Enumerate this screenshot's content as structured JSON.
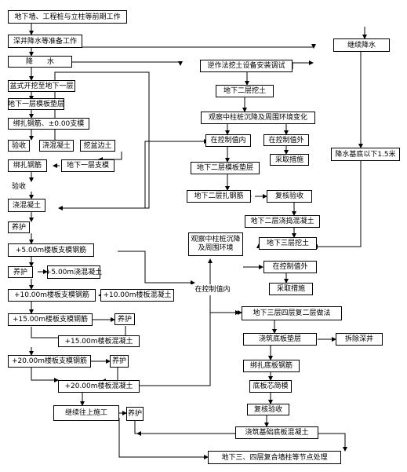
{
  "nodes": {
    "n01": "地下墙、工程桩与立柱等前期工作",
    "n02": "深井降水等准备工作",
    "n03": "降　　水",
    "n04": "盆式开挖至地下一层",
    "n05": "地下一层模板垫层",
    "n06": "绑扎钢筋、±0.00支模",
    "n07": "验收",
    "n08": "浇混凝土",
    "n09": "挖盆边土",
    "n10": "绑扎钢筋",
    "n11": "地下一层支模",
    "n12": "验收",
    "n13": "浇混凝土",
    "n14": "养护",
    "n15": "+5.00m楼板支模钢筋",
    "n16": "养护",
    "n17": "+5.00m浇混凝土",
    "n18": "+10.00m楼板支模钢筋",
    "n19": "+10.00m楼板混凝土",
    "n20": "+15.00m楼板支模钢筋",
    "n21": "养护",
    "n22": "+15.00m楼板混凝土",
    "n23": "+20.00m楼板支模钢筋",
    "n24": "养护",
    "n25": "+20.00m楼板混凝土",
    "n26": "继续往上施工",
    "n27": "养护",
    "n28": "逆作法挖土设备安装调试",
    "n29": "地下二层挖土",
    "n30": "观察中柱桩沉降及周围环境变化",
    "n31": "在控制值内",
    "n32": "在控制值外",
    "n33": "采取措施",
    "n34": "地下二层模板垫层",
    "n35": "地下二层扎钢筋",
    "n36": "复核验收",
    "n37": "地下二层浇捣混凝土",
    "n38": "观察中柱桩沉降及周围环境",
    "n39": "地下三层挖土",
    "n40": "在控制值外",
    "n41": "在控制值内",
    "n42": "采取措施",
    "n43": "地下三层四层复二层做法",
    "n44": "浇筑底板垫层",
    "n45": "拆除深井",
    "n46": "绑扎底板钢筋",
    "n47": "底板芯简模",
    "n48": "复核验收",
    "n49": "浇筑基础底板混凝土",
    "n50": "地下三、四层复合墙柱等节点处理",
    "n51": "继续降水",
    "n52": "降水基底以下1.5米"
  }
}
